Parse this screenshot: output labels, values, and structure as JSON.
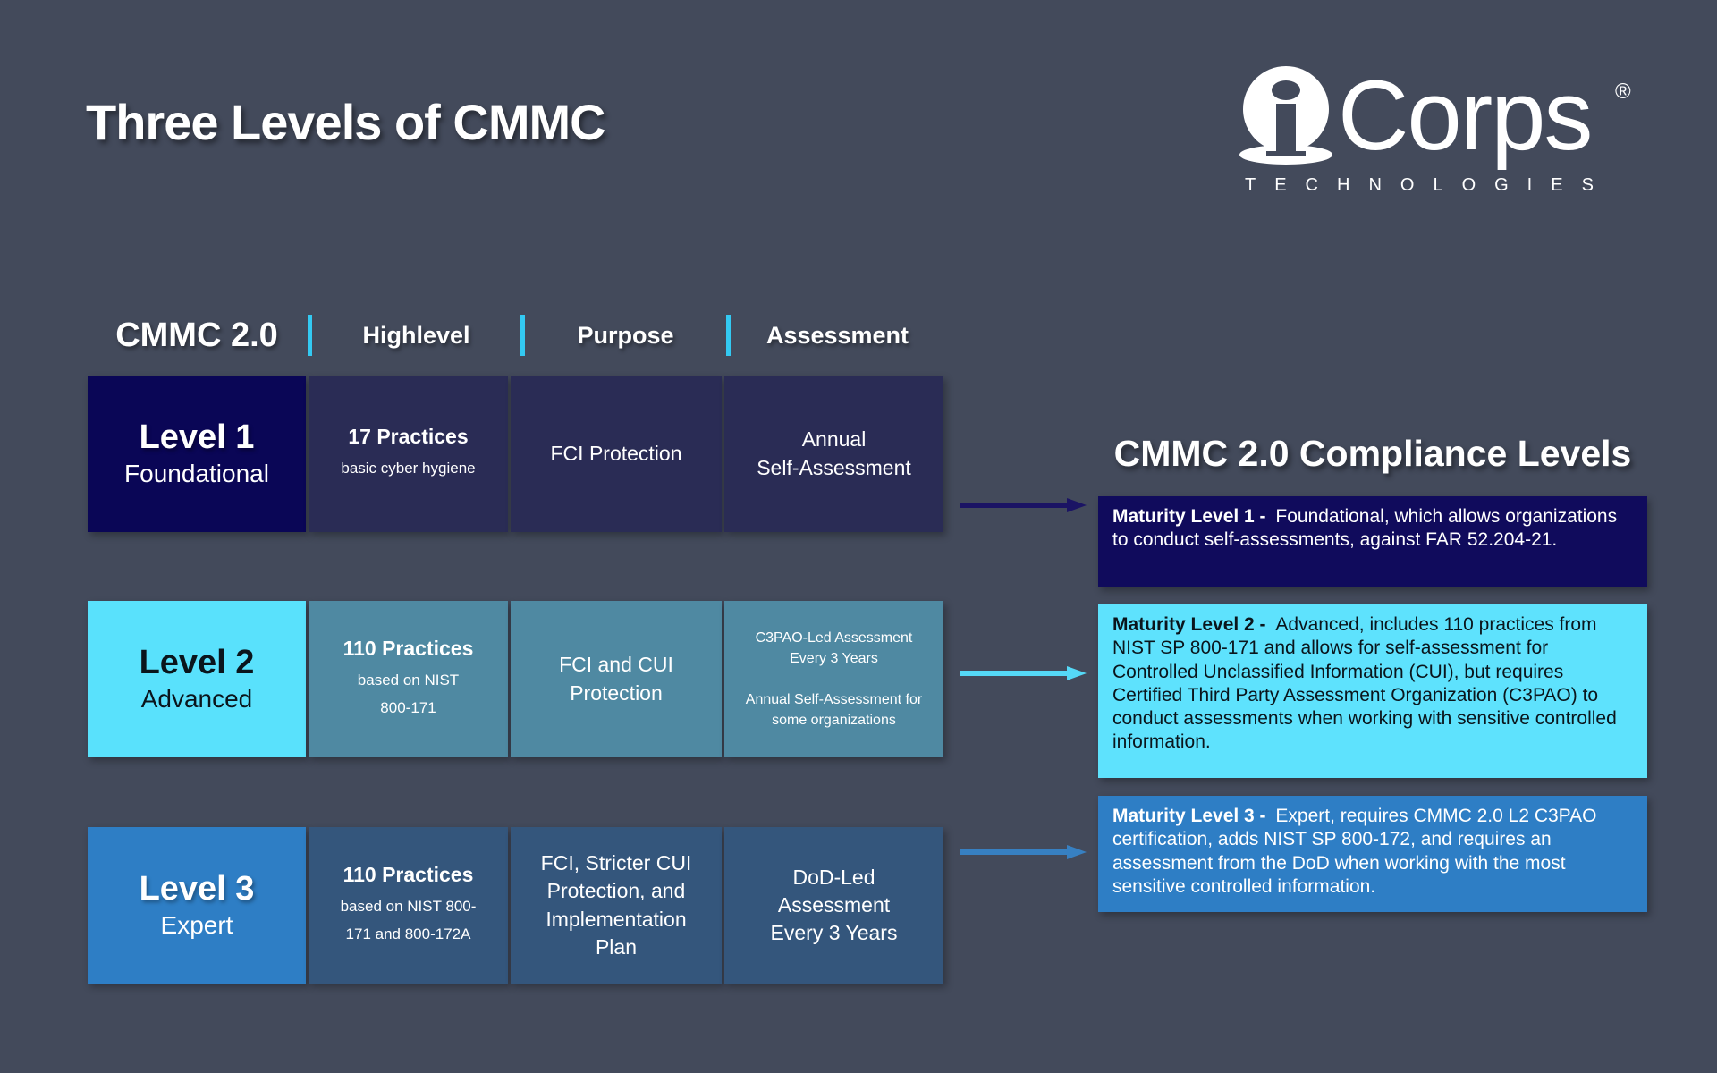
{
  "colors": {
    "bg": "#434a5b",
    "cell-navy": "#0a0656",
    "cell-indigo": "#2a2c55",
    "cell-cyan": "#59e1fc",
    "cell-teal": "#4f89a2",
    "cell-blue": "#2e7ec5",
    "cell-steel": "#34567c",
    "separator": "#33c9f2",
    "box-navy": "#100b5c",
    "box-cyan": "#5ee2fd",
    "box-blue": "#2e7ec5",
    "arrow-navy": "#1b1464",
    "arrow-cyan": "#55d9f7",
    "arrow-blue": "#3780c2",
    "text-dark": "#0a151c"
  },
  "title": "Three Levels of CMMC",
  "logo": {
    "name": "Corps",
    "registered": "®",
    "subtitle": "TECHNOLOGIES"
  },
  "table_header": {
    "col0": "CMMC 2.0",
    "col1": "Highlevel",
    "col2": "Purpose",
    "col3": "Assessment"
  },
  "rows": [
    {
      "level": "Level 1",
      "tier": "Foundational",
      "practices": "17 Practices",
      "practices_note": "basic cyber hygiene",
      "purpose": "FCI Protection",
      "assessment": "Annual\nSelf-Assessment"
    },
    {
      "level": "Level 2",
      "tier": "Advanced",
      "practices": "110 Practices",
      "practices_note": "based on NIST\n800-171",
      "purpose": "FCI and CUI\nProtection",
      "assessment": "C3PAO-Led Assessment\nEvery 3 Years\n\nAnnual Self-Assessment for\nsome organizations"
    },
    {
      "level": "Level 3",
      "tier": "Expert",
      "practices": "110 Practices",
      "practices_note": "based on NIST 800-\n171 and 800-172A",
      "purpose": "FCI, Stricter CUI\nProtection, and\nImplementation\nPlan",
      "assessment": "DoD-Led\nAssessment\nEvery 3 Years"
    }
  ],
  "compliance": {
    "heading": "CMMC 2.0 Compliance Levels",
    "boxes": [
      {
        "lead": "Maturity Level 1 - ",
        "body": "Foundational, which allows organizations to conduct self-assessments, against FAR 52.204-21."
      },
      {
        "lead": "Maturity Level 2 - ",
        "body": "Advanced, includes 110 practices from NIST SP 800-171 and allows for self-assessment for Controlled Unclassified Information (CUI), but requires Certified Third Party Assessment Organization (C3PAO) to conduct assessments when working with sensitive controlled information."
      },
      {
        "lead": "Maturity Level 3 - ",
        "body": "Expert, requires CMMC 2.0 L2 C3PAO certification, adds NIST SP 800-172, and requires an assessment from the DoD when working with the most sensitive controlled information."
      }
    ]
  }
}
